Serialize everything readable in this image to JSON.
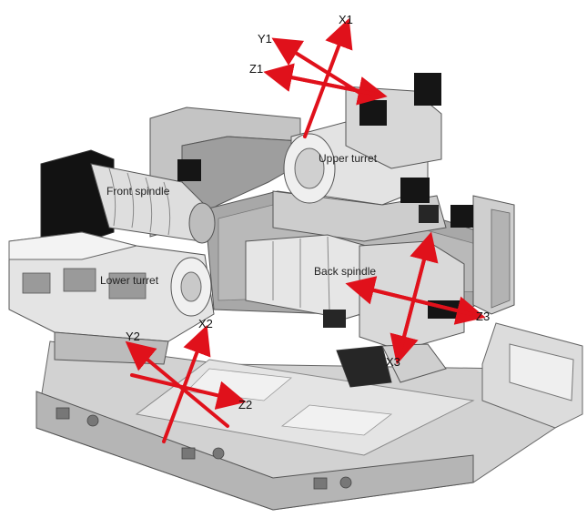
{
  "colors": {
    "arrow": "#e0111b",
    "metal_light": "#e9e9e9",
    "metal_mid": "#c8c8c8",
    "metal_dark": "#8d8d8d",
    "motor": "#151515",
    "outline": "#555555"
  },
  "parts": {
    "upper_turret": "Upper turret",
    "front_spindle": "Front spindle",
    "lower_turret": "Lower turret",
    "back_spindle": "Back spindle"
  },
  "axes": {
    "x1": "X1",
    "y1": "Y1",
    "z1": "Z1",
    "x2": "X2",
    "y2": "Y2",
    "z2": "Z2",
    "z3": "Z3",
    "x3": "X3"
  }
}
